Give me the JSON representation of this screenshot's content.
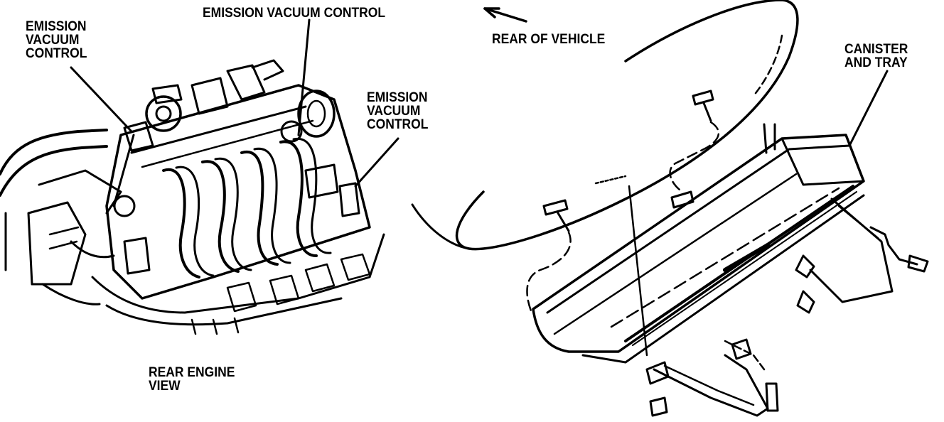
{
  "labels": {
    "evc_left": [
      "EMISSION",
      "VACUUM",
      "CONTROL"
    ],
    "evc_top": "EMISSION VACUUM CONTROL",
    "evc_right": [
      "EMISSION",
      "VACUUM",
      "CONTROL"
    ],
    "rear_of_vehicle": "REAR OF VEHICLE",
    "canister_and_tray": [
      "CANISTER",
      "AND TRAY"
    ],
    "rear_engine_view": [
      "REAR ENGINE",
      "VIEW"
    ]
  },
  "colors": {
    "ink": "#000000",
    "paper": "#ffffff"
  }
}
